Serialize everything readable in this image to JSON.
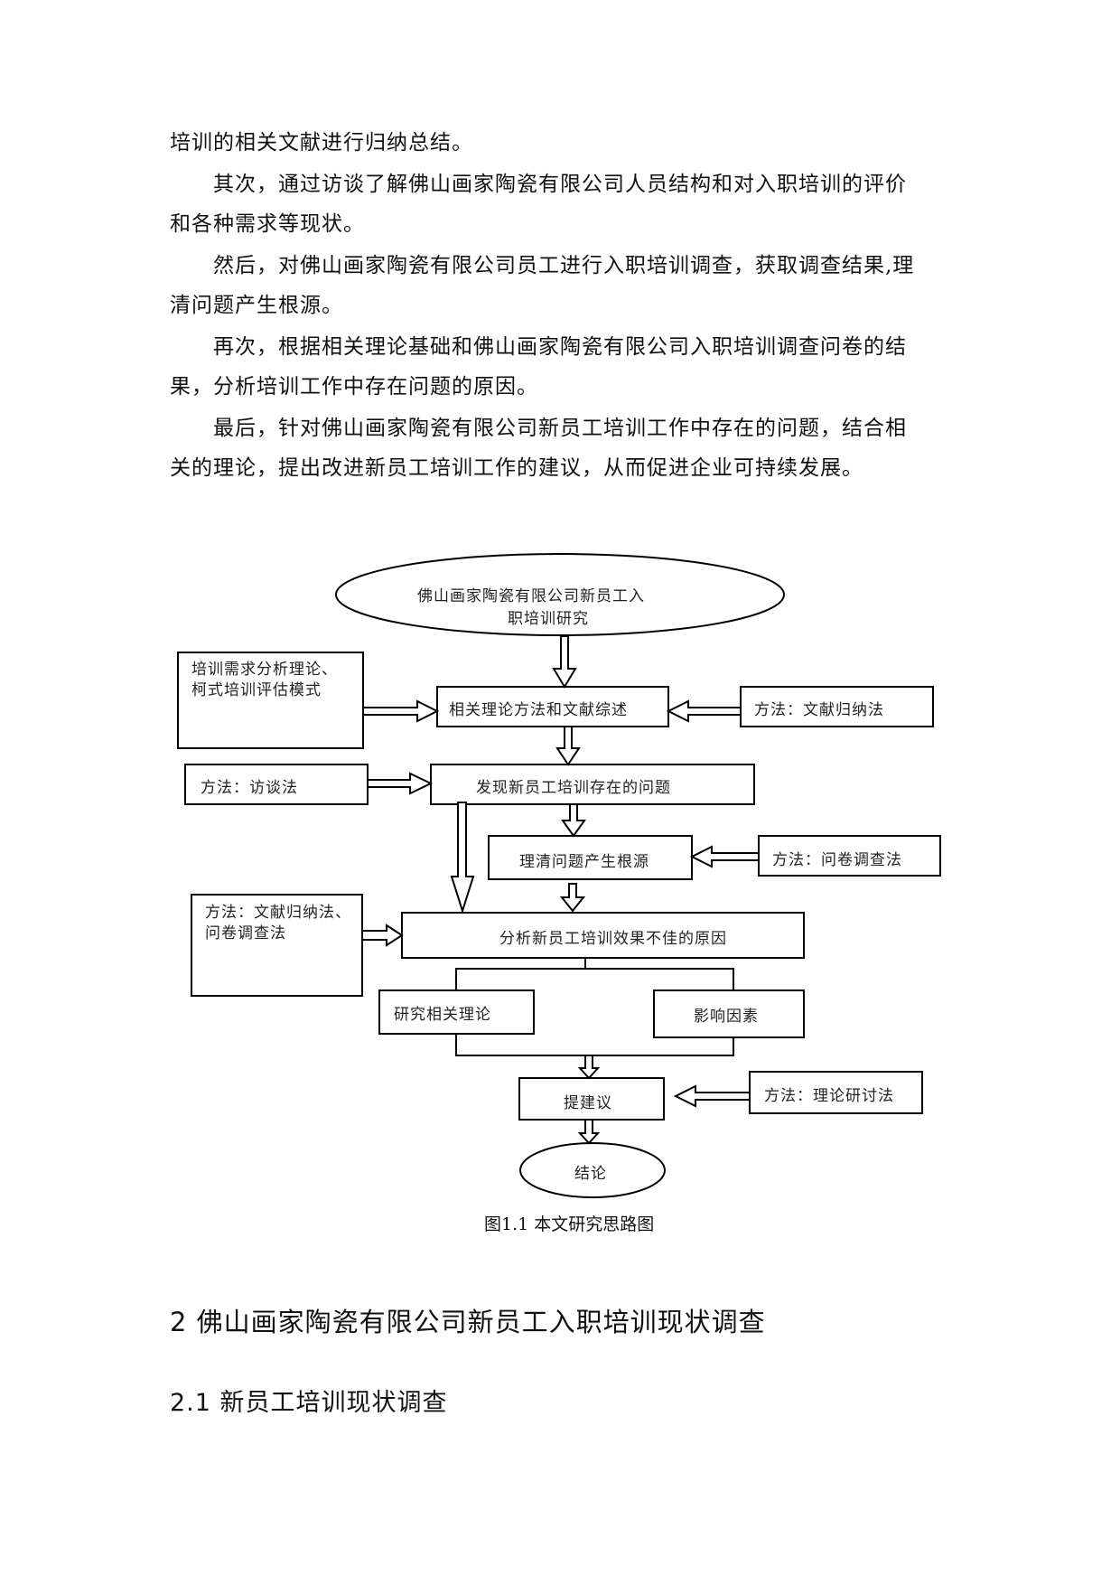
{
  "body_paragraphs": [
    {
      "line1": "培训的相关文献进行归纳总结。"
    },
    {
      "line1": "其次，通过访谈了解佛山画家陶瓷有限公司人员结构和对入职培训的评价",
      "line2": "和各种需求等现状。"
    },
    {
      "line1": "然后，对佛山画家陶瓷有限公司员工进行入职培训调查，获取调查结果,理",
      "line2": "清问题产生根源。"
    },
    {
      "line1": "再次，根据相关理论基础和佛山画家陶瓷有限公司入职培训调查问卷的结",
      "line2": "果，分析培训工作中存在问题的原因。"
    },
    {
      "line1": "最后，针对佛山画家陶瓷有限公司新员工培训工作中存在的问题，结合相",
      "line2": "关的理论，提出改进新员工培训工作的建议，从而促进企业可持续发展。"
    }
  ],
  "flowchart": {
    "start": {
      "line1": "佛山画家陶瓷有限公司新员工入",
      "line2": "职培训研究"
    },
    "theory_input": {
      "line1": "培训需求分析理论、",
      "line2": "柯式培训评估模式"
    },
    "step_review": "相关理论方法和文献综述",
    "method_literature": "方法：文献归纳法",
    "method_interview": "方法：访谈法",
    "step_find_problems": "发现新员工培训存在的问题",
    "step_root_cause": "理清问题产生根源",
    "method_questionnaire": "方法：问卷调查法",
    "method_lit_questionnaire": {
      "line1": "方法：文献归纳法、",
      "line2": "问卷调查法"
    },
    "step_analyze": "分析新员工培训效果不佳的原因",
    "sub_theory": "研究相关理论",
    "sub_factors": "影响因素",
    "step_suggest": "提建议",
    "method_theory_discussion": "方法：理论研讨法",
    "end": "结论"
  },
  "caption": "图1.1 本文研究思路图",
  "headings": {
    "h1": "2 佛山画家陶瓷有限公司新员工入职培训现状调查",
    "h2": "2.1 新员工培训现状调查"
  }
}
